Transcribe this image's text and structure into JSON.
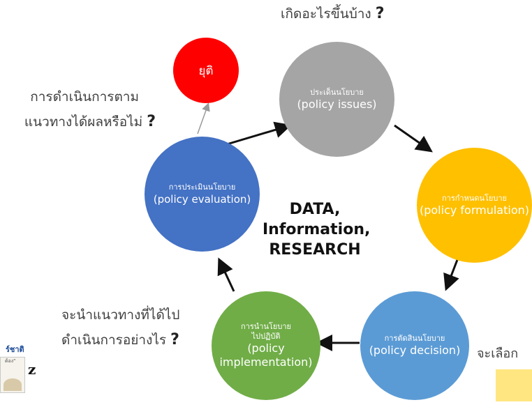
{
  "stop_label": "ยุติ",
  "nodes": {
    "issues": {
      "th": "ประเด็นนโยบาย",
      "en": "(policy issues)"
    },
    "formulation": {
      "th": "การกำหนดนโยบาย",
      "en": "(policy formulation)"
    },
    "decision": {
      "th": "การตัดสินนโยบาย",
      "en": "(policy decision)"
    },
    "implementation": {
      "th": "การนำนโยบาย\nไปปฏิบัติ",
      "en": "(policy\nimplementation)"
    },
    "evaluation": {
      "th": "การประเมินนโยบาย",
      "en": "(policy evaluation)"
    }
  },
  "center_text": [
    "DATA,",
    "Information,",
    "RESEARCH"
  ],
  "questions": {
    "top": {
      "text": "เกิดอะไรขึ้นบ้าง",
      "mark": "?"
    },
    "left_top": {
      "line1": "การดำเนินการตาม",
      "line2": "แนวทางได้ผลหรือไม่",
      "mark": "?"
    },
    "left_bottom": {
      "line1": "จะนำแนวทางที่ได้ไป",
      "line2": "ดำเนินการอย่างไร",
      "mark": "?"
    },
    "right": {
      "text": "จะเลือก"
    }
  },
  "fragment": {
    "thai": "ร์ชาติ",
    "quote": "ด้อง\"",
    "letter": "z"
  },
  "colors": {
    "stop": "#ff0000",
    "issues": "#a5a5a5",
    "formulation": "#ffc000",
    "decision": "#5b9bd5",
    "implementation": "#70ad47",
    "evaluation": "#4472c4",
    "note": "#ffe680"
  }
}
